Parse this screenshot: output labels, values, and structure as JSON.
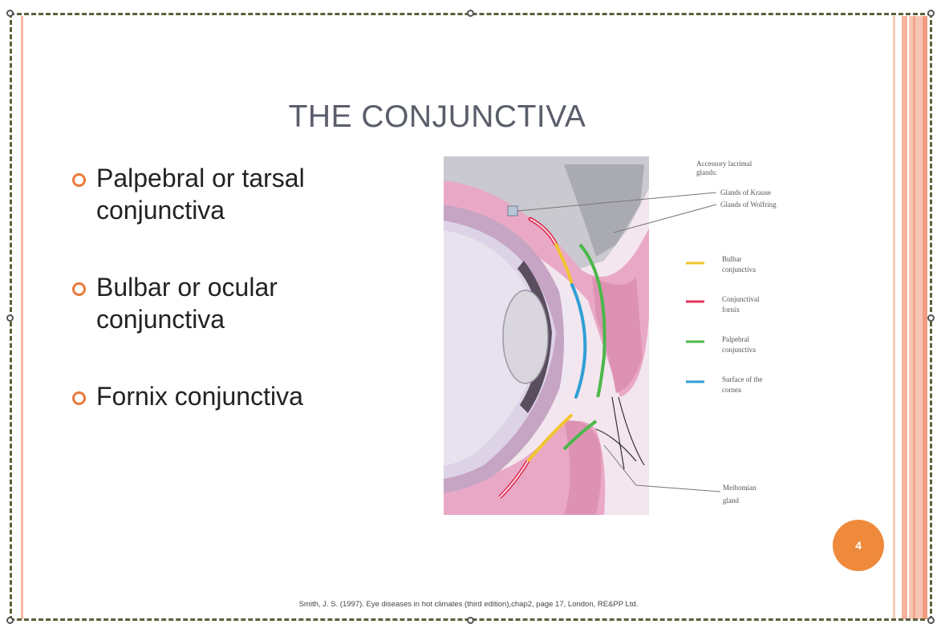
{
  "slide": {
    "title": "THE CONJUNCTIVA",
    "bullets": [
      {
        "text": "Palpebral or tarsal conjunctiva"
      },
      {
        "text": "Bulbar or ocular conjunctiva"
      },
      {
        "text": "Fornix conjunctiva"
      }
    ],
    "footnote": "Smith, J. S. (1997). Eye diseases in hot climates (third edition),chap2, page 17, London, RE&PP Ltd.",
    "page_number": "4"
  },
  "figure": {
    "labels": {
      "accessory_1": "Accessory lacrimal",
      "accessory_2": "glands:",
      "krause": "Glands of Krause",
      "wolfring": "Glands of Wolfring",
      "meibomian_1": "Meibomian",
      "meibomian_2": "gland"
    },
    "legend": [
      {
        "line1": "Bulbar",
        "line2": "conjunctiva",
        "color": "#f2c430"
      },
      {
        "line1": "Conjunctival",
        "line2": "fornix",
        "color": "#e0335a"
      },
      {
        "line1": "Palpebral",
        "line2": "conjunctiva",
        "color": "#4bb84a"
      },
      {
        "line1": "Surface of the",
        "line2": "cornea",
        "color": "#2f9fd6"
      }
    ]
  },
  "colors": {
    "accent": "#ef8a3d",
    "title": "#5a5e6b"
  }
}
